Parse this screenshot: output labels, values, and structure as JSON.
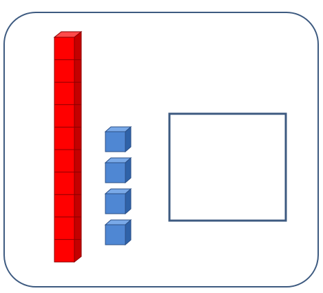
{
  "diagram": {
    "tens_rods": 1,
    "ones_cubes": 4,
    "answer_box_text": "",
    "colors": {
      "frame": "#3d5a80",
      "rod_front": "#ff0000",
      "rod_top": "#ff4a4a",
      "rod_side": "#c40000",
      "rod_edge": "#8a0000",
      "cube_front": "#4f87d3",
      "cube_top": "#79a9e8",
      "cube_side": "#2f62a8",
      "cube_edge": "#2b4f86",
      "answer_box": "#3d5a80"
    },
    "icons": {
      "tens_rod": "red-tens-rod-icon",
      "ones_cube": "blue-unit-cube-icon",
      "answer_box": "empty-answer-box"
    }
  }
}
